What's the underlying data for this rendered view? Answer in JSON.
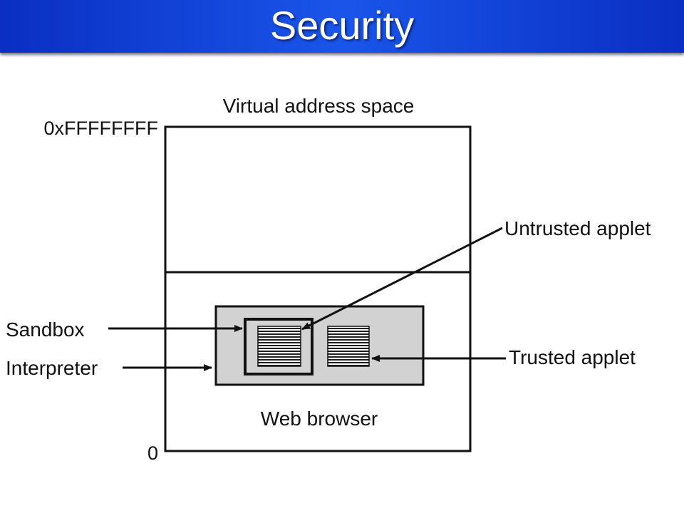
{
  "slide": {
    "title": "Security"
  },
  "diagram": {
    "heading": "Virtual address space",
    "address_top": "0xFFFFFFFF",
    "address_bottom": "0",
    "labels": {
      "untrusted_applet": "Untrusted applet",
      "sandbox": "Sandbox",
      "interpreter": "Interpreter",
      "trusted_applet": "Trusted applet",
      "web_browser": "Web browser"
    },
    "colors": {
      "title_bar": "#1a4fe6",
      "interpreter_fill": "#d2d2d2",
      "line": "#111111"
    }
  }
}
